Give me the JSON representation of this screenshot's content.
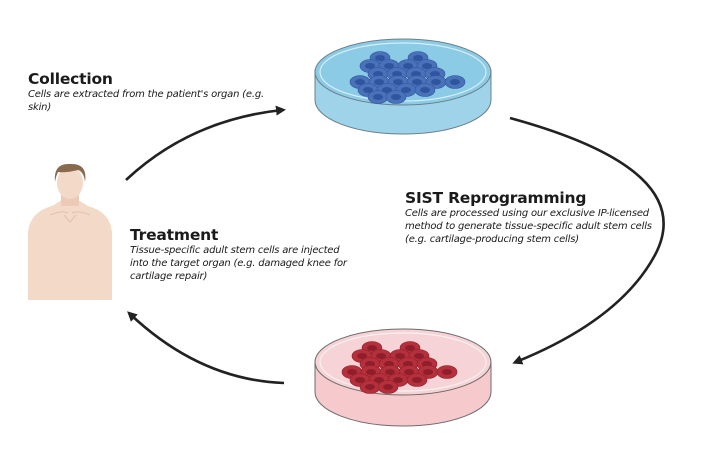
{
  "steps": {
    "collection": {
      "title": "Collection",
      "description": "Cells are extracted from the patient's organ (e.g. skin)"
    },
    "reprogramming": {
      "title": "SIST Reprogramming",
      "description": "Cells are processed using our exclusive IP-licensed method to generate tissue-specific adult stem cells (e.g. cartilage-producing stem cells)"
    },
    "treatment": {
      "title": "Treatment",
      "description": "Tissue-specific adult stem cells are injected into the target organ (e.g. damaged knee for cartilage repair)"
    }
  },
  "icons": {
    "patient": "human-patient-icon",
    "dish_source": "petri-dish-blue-cells-icon",
    "dish_result": "petri-dish-red-cells-icon",
    "arrow": "curved-arrow-icon"
  },
  "colors": {
    "blue_medium": "#8ccbe6",
    "blue_cell": "#4a72b8",
    "blue_nucleus": "#2f54a0",
    "pink_medium": "#f6c9cc",
    "red_cell": "#b5303c",
    "red_nucleus": "#8e1f2a",
    "skin": "#f3d9c8",
    "hair": "#8a6a4e",
    "arrow": "#222222"
  }
}
